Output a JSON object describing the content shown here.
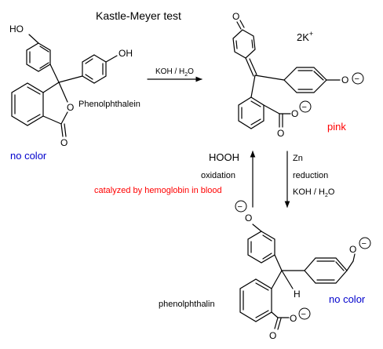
{
  "title": "Kastle-Meyer test",
  "colors": {
    "ink": "#000000",
    "pink": "#ff0000",
    "no_color": "#0000cc",
    "catalyst": "#ff0000"
  },
  "compounds": {
    "phenolphthalein": {
      "name": "Phenolphthalein",
      "state": "no color",
      "oh_top": "HO",
      "oh_right": "OH",
      "ring_o": "O",
      "carbonyl_o": "O"
    },
    "pink_dianion": {
      "state": "pink",
      "counterion": "2K",
      "counterion_charge": "+",
      "quinone_o": "O",
      "phenoxide_o": "O",
      "carboxylate_o1": "O",
      "carboxylate_o2": "O",
      "charge": "−"
    },
    "phenolphthalin": {
      "name": "phenolphthalin",
      "state": "no color",
      "phenoxide_left_o": "O",
      "phenoxide_right_o": "O",
      "h_label": "H",
      "carboxylate_o1": "O",
      "carboxylate_o2": "O",
      "charge": "−"
    }
  },
  "arrows": {
    "base": {
      "reagent_a": "KOH / H",
      "reagent_sub": "2",
      "reagent_b": "O"
    },
    "reduction": {
      "reagent": "Zn",
      "process": "reduction",
      "reagent2_a": "KOH / H",
      "reagent2_sub": "2",
      "reagent2_b": "O"
    },
    "oxidation": {
      "reagent": "HOOH",
      "process": "oxidation",
      "catalyst": "catalyzed by hemoglobin in blood"
    }
  }
}
